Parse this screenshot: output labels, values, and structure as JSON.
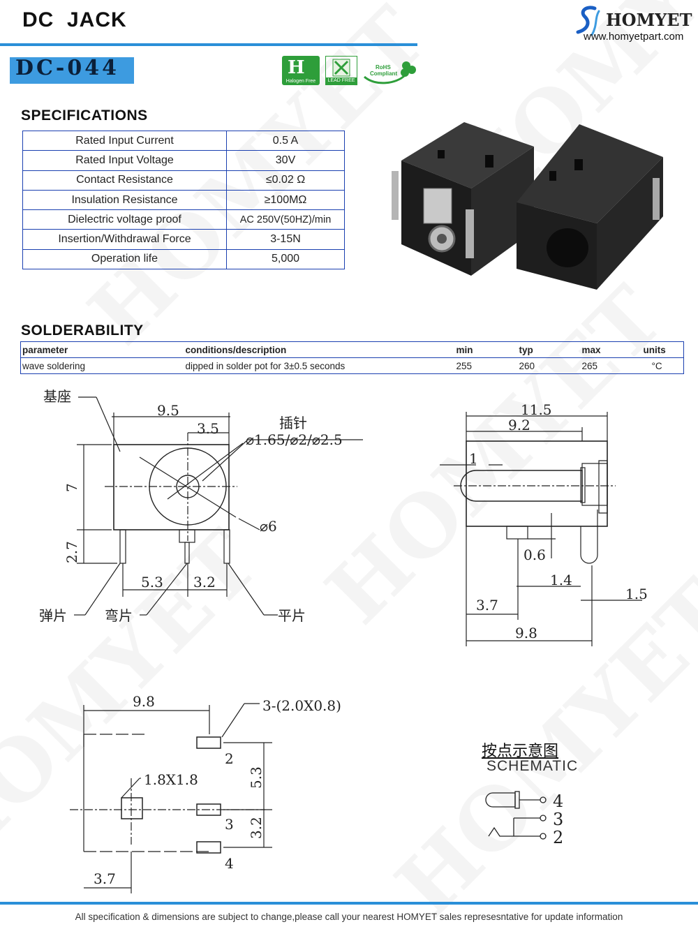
{
  "header": {
    "title": "DC  JACK",
    "brand": "HOMYET",
    "website": "www.homyetpart.com",
    "model": "DC-044"
  },
  "badges": {
    "halogen_free": "Halogen Free",
    "lead_free": "LEAD FREE",
    "rohs_line1": "RoHS",
    "rohs_line2": "Compliant"
  },
  "specifications": {
    "title": "SPECIFICATIONS",
    "rows": [
      {
        "name": "Rated Input Current",
        "value": "0.5 A"
      },
      {
        "name": "Rated Input Voltage",
        "value": "30V"
      },
      {
        "name": "Contact Resistance",
        "value": "≤0.02 Ω"
      },
      {
        "name": "Insulation Resistance",
        "value": "≥100MΩ"
      },
      {
        "name": "Dielectric voltage proof",
        "value": "AC 250V(50HZ)/min"
      },
      {
        "name": "Insertion/Withdrawal Force",
        "value": "3-15N"
      },
      {
        "name": "Operation life",
        "value": "5,000"
      }
    ]
  },
  "solderability": {
    "title": "SOLDERABILITY",
    "headers": [
      "parameter",
      "conditions/description",
      "min",
      "typ",
      "max",
      "units"
    ],
    "row": [
      "wave soldering",
      "dipped in solder pot for  3±0.5 seconds",
      "255",
      "260",
      "265",
      "°C"
    ]
  },
  "drawing_front": {
    "base_label": "基座",
    "pin_label": "插针",
    "pin_dia": "⌀1.65/⌀2/⌀2.5",
    "dia6": "⌀6",
    "w95": "9.5",
    "w35": "3.5",
    "h7": "7",
    "h27": "2.7",
    "w53": "5.3",
    "w32": "3.2",
    "spring_label": "弹片",
    "bent_label": "弯片",
    "flat_label": "平片"
  },
  "drawing_side": {
    "d115": "11.5",
    "d92": "9.2",
    "d1": "1",
    "d06": "0.6",
    "d14": "1.4",
    "d15": "1.5",
    "d37": "3.7",
    "d98": "9.8"
  },
  "drawing_pcb": {
    "d98": "9.8",
    "pads": "3-(2.0X0.8)",
    "hole": "1.8X1.8",
    "d53": "5.3",
    "d32": "3.2",
    "d37": "3.7",
    "pin2": "2",
    "pin3": "3",
    "pin4": "4"
  },
  "schematic": {
    "title_cn": "按点示意图",
    "title_en": "SCHEMATIC",
    "pin4": "4",
    "pin3": "3",
    "pin2": "2"
  },
  "footer": "All specification & dimensions are subject to change,please call your nearest HOMYET sales represesntative for update information",
  "watermark": "HOMYET",
  "colors": {
    "accent": "#2a8fd8",
    "table_border": "#1a3fb0",
    "badge_green": "#2e9e3a"
  }
}
